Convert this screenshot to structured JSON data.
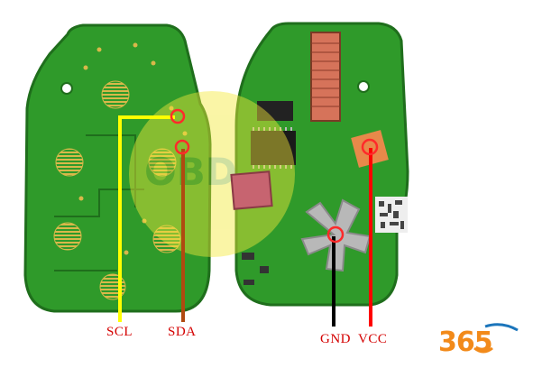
{
  "pins": [
    {
      "id": "scl",
      "label": "SCL",
      "wire_color": "#ffff00"
    },
    {
      "id": "sda",
      "label": "SDA",
      "wire_color": "#b04a10"
    },
    {
      "id": "gnd",
      "label": "GND",
      "wire_color": "#000000"
    },
    {
      "id": "vcc",
      "label": "VCC",
      "wire_color": "#ff0000"
    }
  ],
  "logo": {
    "text": "365",
    "color": "#f28a1a"
  },
  "colors": {
    "pcb": "#2f9a2a",
    "pcb_dark": "#1f6e1c",
    "pad_gold": "#d9b84a",
    "marker": "#ff2a2a",
    "watermark": "#f3e93a"
  }
}
